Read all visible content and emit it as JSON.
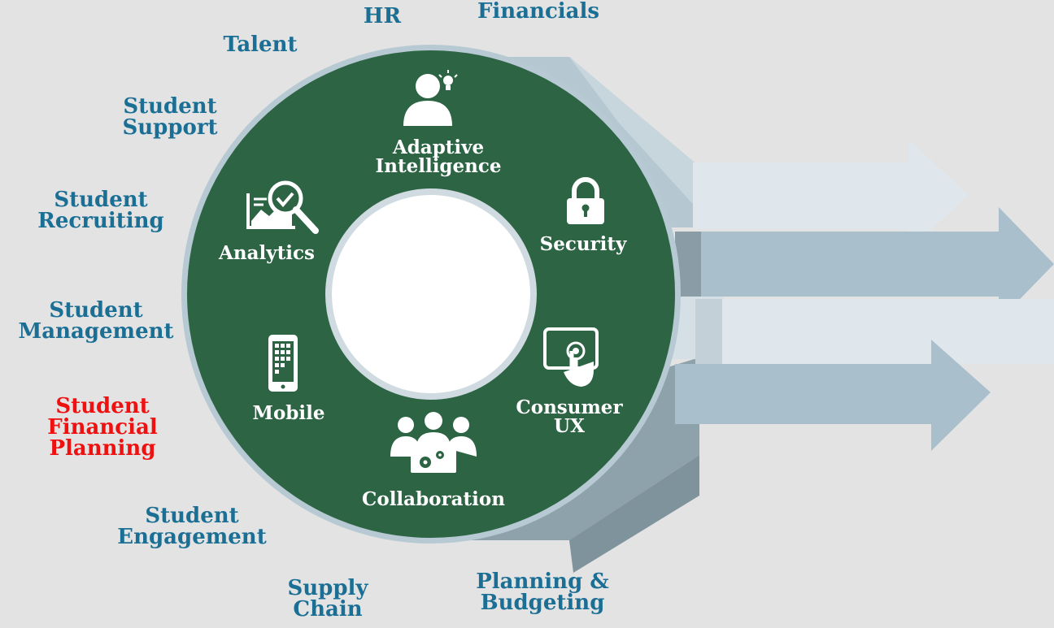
{
  "core_modules": [
    {
      "label": "Adaptive\nIntelligence",
      "icon": "person-lightbulb-icon"
    },
    {
      "label": "Security",
      "icon": "padlock-icon"
    },
    {
      "label": "Consumer\nUX",
      "icon": "tablet-touch-icon"
    },
    {
      "label": "Collaboration",
      "icon": "team-gears-icon"
    },
    {
      "label": "Mobile",
      "icon": "smartphone-icon"
    },
    {
      "label": "Analytics",
      "icon": "chart-magnifier-icon"
    }
  ],
  "outer_labels": [
    {
      "label": "HR"
    },
    {
      "label": "Financials"
    },
    {
      "label": "Talent"
    },
    {
      "label": "Student\nSupport"
    },
    {
      "label": "Student\nRecruiting"
    },
    {
      "label": "Student\nManagement"
    },
    {
      "label": "Student\nFinancial\nPlanning",
      "highlighted": true
    },
    {
      "label": "Student\nEngagement"
    },
    {
      "label": "Supply\nChain"
    },
    {
      "label": "Planning &\nBudgeting"
    }
  ],
  "colors": {
    "background": "#e3e3e3",
    "ring": "#2c6444",
    "ring_border": "#b7c9d3",
    "label_default": "#1b6f94",
    "label_highlight": "#ef1010",
    "module_text": "#ffffff",
    "arrow_light": "#dfe7ec",
    "arrow_mid": "#a9bfcc",
    "prism_top": "#b5c8d1",
    "prism_side": "#8ea2ac"
  }
}
